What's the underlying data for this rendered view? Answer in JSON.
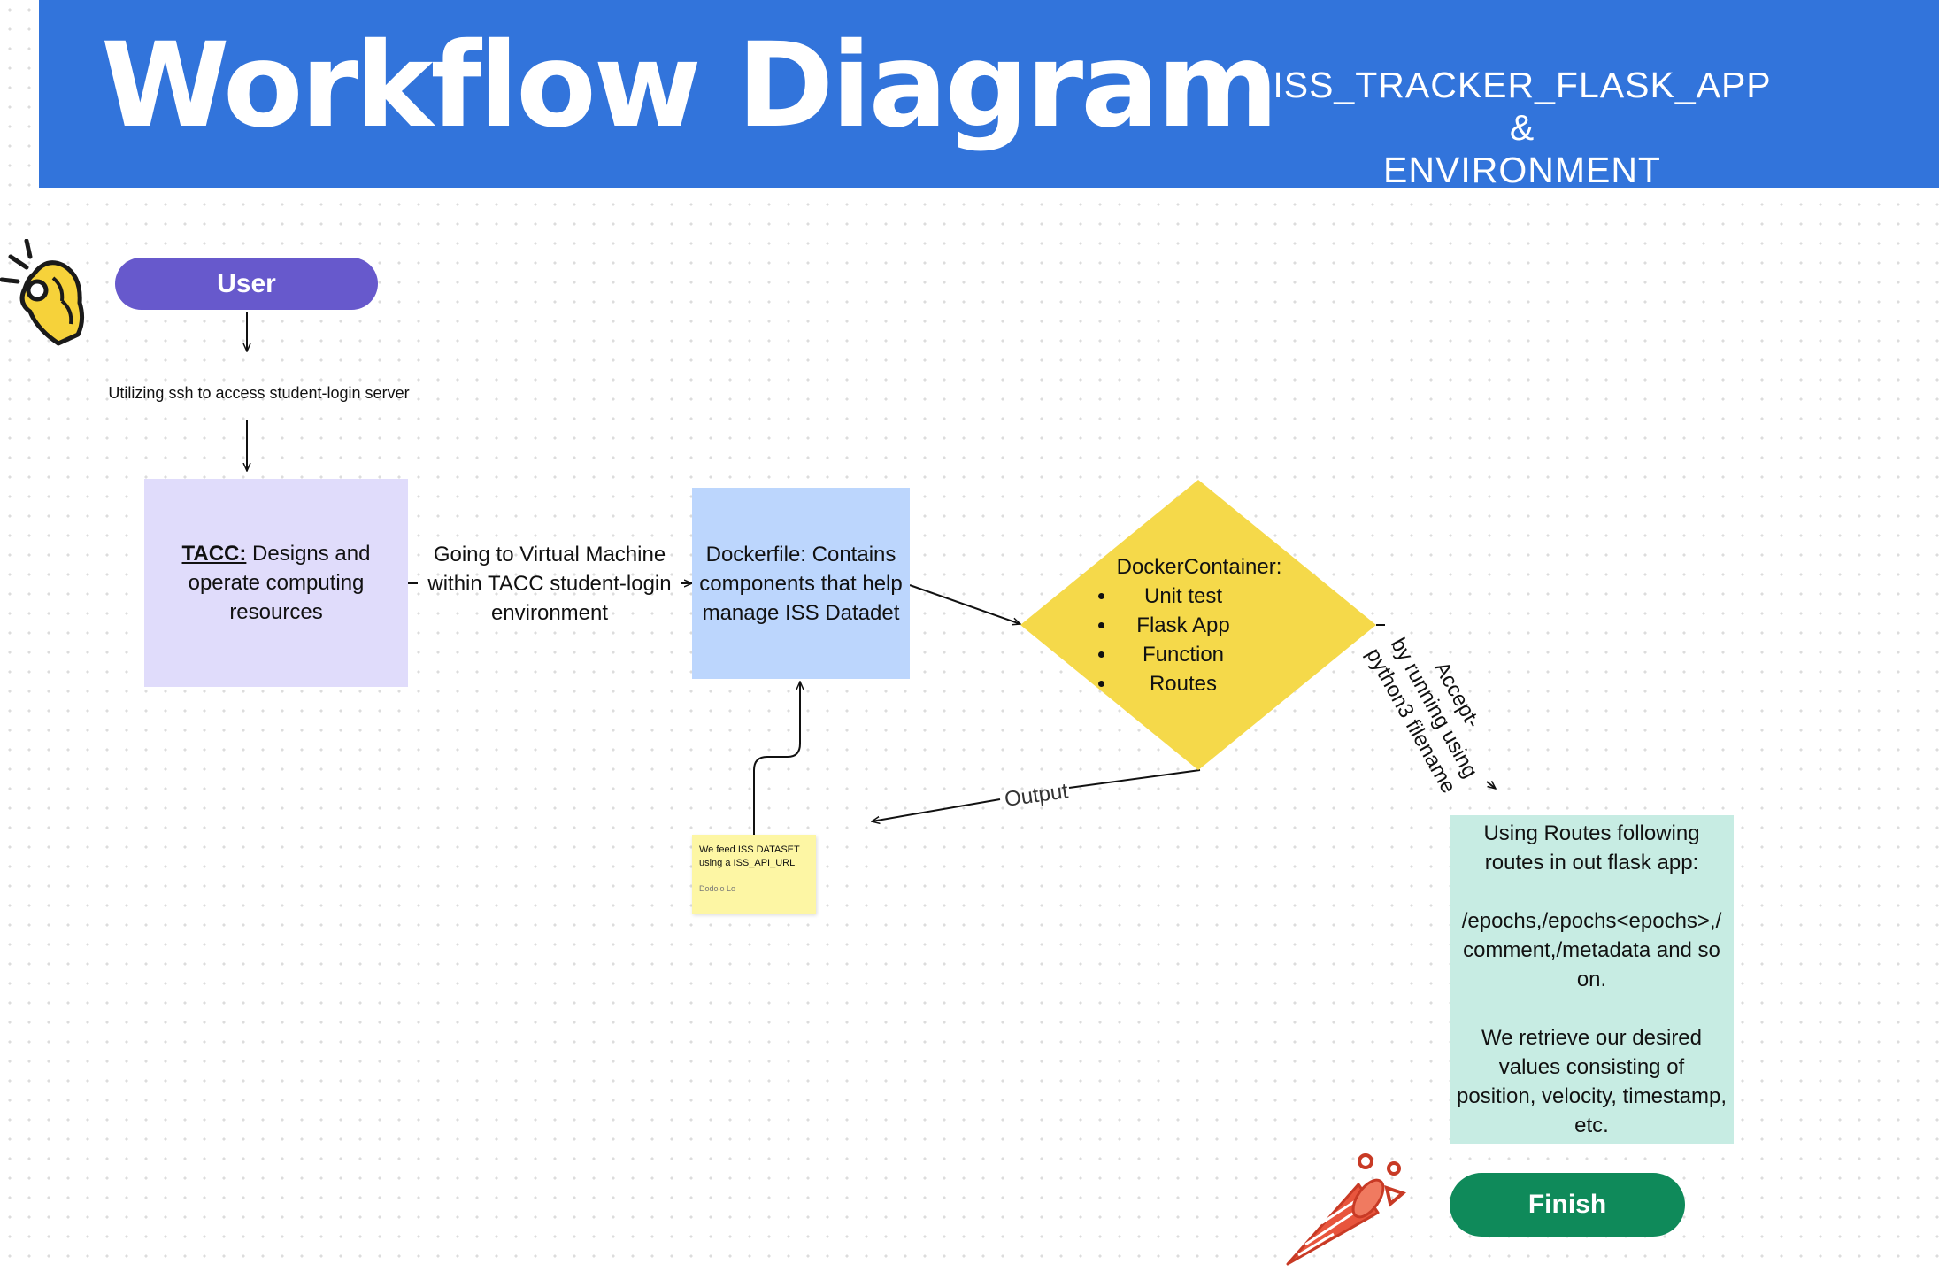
{
  "header": {
    "title": "Workflow Diagram",
    "subtitle_line1": "ISS_TRACKER_FLASK_APP &",
    "subtitle_line2": "ENVIRONMENT"
  },
  "nodes": {
    "user": "User",
    "ssh_label": "Utilizing ssh to access student-login server",
    "tacc_bold": "TACC:",
    "tacc_rest": " Designs and operate computing resources",
    "vm_label": "Going to Virtual Machine within TACC student-login environment",
    "dockerfile": "Dockerfile: Contains components that help manage ISS Datadet",
    "container_title": "DockerContainer:",
    "container_items": [
      "Unit test",
      "Flask App",
      "Function",
      "Routes"
    ],
    "output_label": "Output",
    "accept_label_line1": "Accept-",
    "accept_label_line2": "by running using",
    "accept_label_line3": "python3 filename",
    "sticky_text": "We feed ISS DATASET using a ISS_API_URL",
    "sticky_author": "Dodolo Lo",
    "routes_p1": "Using Routes following routes in out flask app:",
    "routes_p2": "/epochs,/epochs<epochs>,/comment,/metadata and so on.",
    "routes_p3": "We retrieve our desired values consisting of position, velocity, timestamp, etc.",
    "finish": "Finish"
  },
  "colors": {
    "header": "#3274db",
    "user_pill": "#6759cc",
    "tacc_box": "#e0dcfb",
    "dockerfile_box": "#bcd6fd",
    "container_diamond": "#f5d94a",
    "sticky": "#fdf6a4",
    "routes_box": "#c7ece3",
    "finish_pill": "#0f8a5a"
  },
  "icons": [
    "ok-hand-icon",
    "party-popper-icon"
  ]
}
